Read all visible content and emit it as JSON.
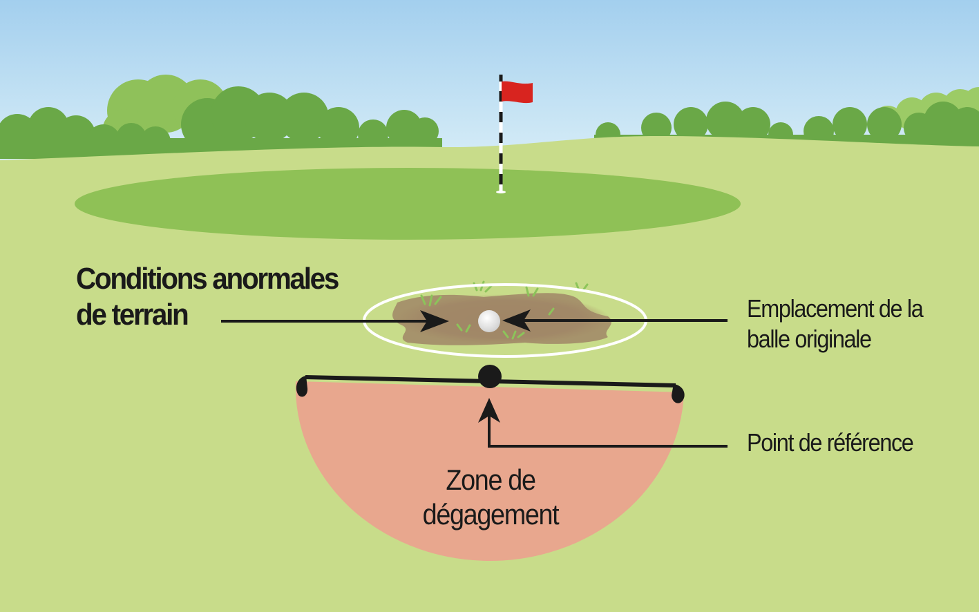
{
  "labels": {
    "conditions_line1": "Conditions anormales",
    "conditions_line2": "de terrain",
    "ball_line1": "Emplacement de la",
    "ball_line2": "balle originale",
    "reference": "Point de référence",
    "zone_line1": "Zone de",
    "zone_line2": "dégagement"
  },
  "colors": {
    "sky_top": "#a3cfee",
    "sky_bottom": "#dbeef7",
    "fairway": "#c8dc8a",
    "green": "#8fc156",
    "trees_dark": "#6aa847",
    "trees_light": "#8fc15a",
    "flag": "#d8241f",
    "relief_zone": "#e8a78e",
    "mud": "#a8906a",
    "arrows": "#1a1a1a",
    "circle_outline": "#ffffff"
  },
  "icons": {
    "flag": "flag-icon",
    "ball": "golf-ball-icon",
    "reference_point": "reference-point-icon"
  }
}
